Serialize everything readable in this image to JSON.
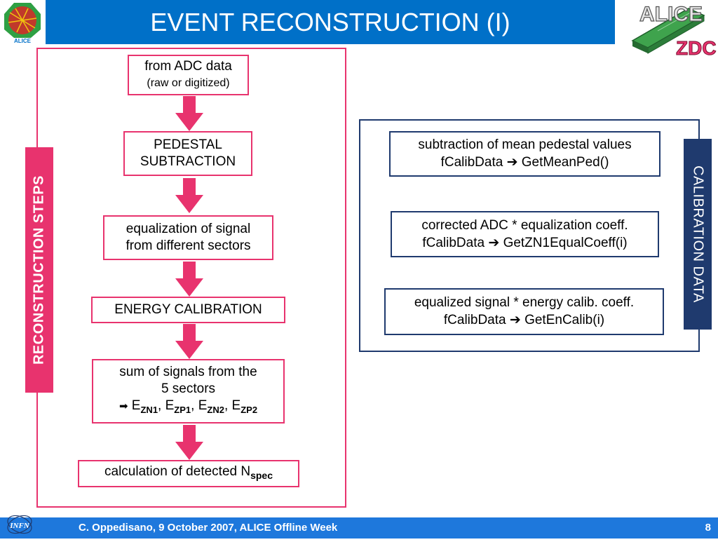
{
  "header": {
    "title": "EVENT RECONSTRUCTION (I)",
    "logo_left": "ALICE",
    "logo_right_top": "ALICE",
    "logo_right_bottom": "ZDC"
  },
  "left": {
    "side_label": "RECONSTRUCTION STEPS",
    "steps": {
      "adc": {
        "line1": "from ADC data",
        "line2": "(raw or digitized)"
      },
      "pedestal": {
        "line1": "PEDESTAL",
        "line2": "SUBTRACTION"
      },
      "equalization": {
        "line1": "equalization of signal",
        "line2": "from different sectors"
      },
      "energy": {
        "line1": "ENERGY CALIBRATION"
      },
      "sum": {
        "line1": "sum of signals from the",
        "line2": "5 sectors",
        "arrow": "➡",
        "E": "E",
        "sub_zn1": "ZN1",
        "sub_zp1": "ZP1",
        "sub_zn2": "ZN2",
        "sub_zp2": "ZP2",
        "sep": ", "
      },
      "nspec": {
        "text": "calculation of detected N",
        "sub": "spec"
      }
    }
  },
  "right": {
    "side_label": "CALIBRATION DATA",
    "arrow": "➔",
    "items": [
      {
        "line1": "subtraction of mean pedestal values",
        "obj": "fCalibData",
        "method": "GetMeanPed()"
      },
      {
        "line1": "corrected ADC * equalization coeff.",
        "obj": "fCalibData",
        "method": "GetZN1EqualCoeff(i)"
      },
      {
        "line1": "equalized signal * energy calib. coeff.",
        "obj": "fCalibData",
        "method": "GetEnCalib(i)"
      }
    ]
  },
  "footer": {
    "text": "C. Oppedisano, 9 October 2007, ALICE Offline Week",
    "page": "8",
    "logo": "INFN"
  },
  "colors": {
    "title_bar": "#0070C8",
    "pink": "#E8336E",
    "navy": "#1F3A6E",
    "footer": "#1E78DC"
  }
}
